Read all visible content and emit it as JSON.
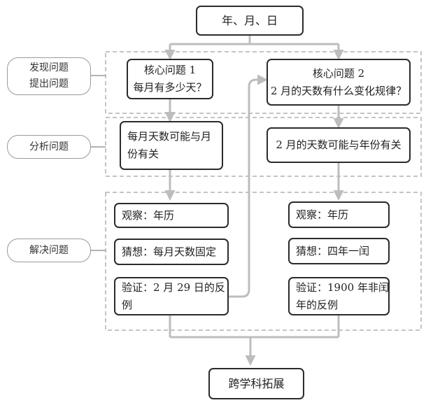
{
  "top_node": {
    "text": "年、月、日"
  },
  "stages": [
    {
      "lines": [
        "发现问题",
        "提出问题"
      ]
    },
    {
      "lines": [
        "分析问题"
      ]
    },
    {
      "lines": [
        "解决问题"
      ]
    }
  ],
  "left_branch": {
    "core": {
      "line1": "核心问题 1",
      "line2": "每月有多少天？"
    },
    "analysis": {
      "line1": "每月天数可能与月",
      "line2": "份有关"
    },
    "observe": "观察：年历",
    "guess": "猜想：每月天数固定",
    "verify": {
      "line1": "验证：2 月 29 日的反",
      "line2": "例"
    }
  },
  "right_branch": {
    "core": {
      "line1": "核心问题 2",
      "line2": "2 月的天数有什么变化规律？"
    },
    "analysis": "2 月的天数可能与年份有关",
    "observe": "观察：年历",
    "guess": "猜想：四年一闰",
    "verify": {
      "line1": "验证：1900 年非闰",
      "line2": "年的反例"
    }
  },
  "bottom_node": {
    "text": "跨学科拓展"
  },
  "colors": {
    "box_border": "#2b2b2b",
    "connector": "#bdbdbd",
    "dashed_frame": "#b0b0b0",
    "stage_border": "#9a9a9a"
  }
}
